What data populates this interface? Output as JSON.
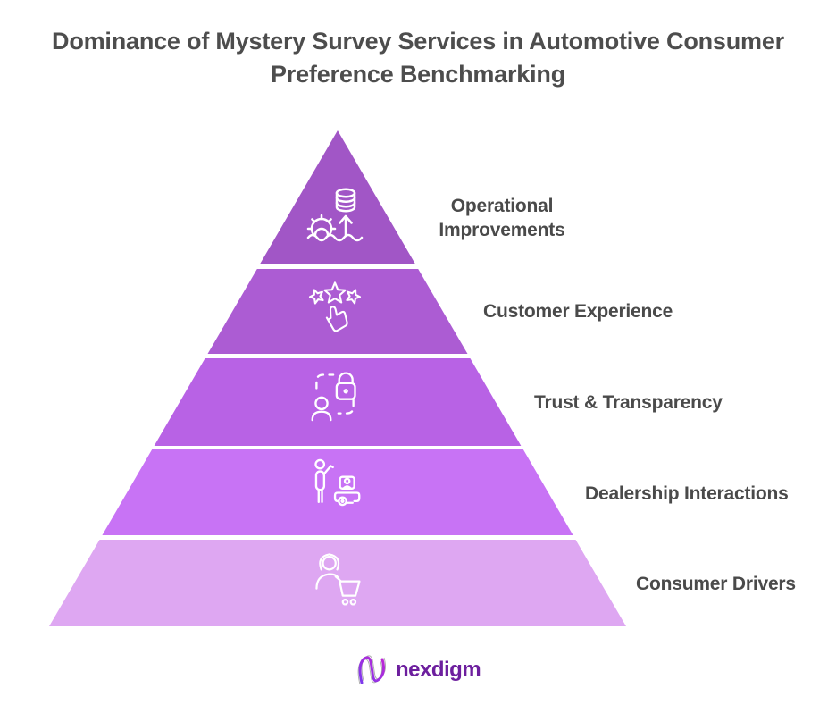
{
  "title": "Dominance of Mystery Survey Services in Automotive Consumer Preference Benchmarking",
  "pyramid": {
    "levels": [
      {
        "label": "Operational Improvements",
        "color": "#A156C6",
        "icon": "operational-improvements-icon"
      },
      {
        "label": "Customer Experience",
        "color": "#AC5CD3",
        "icon": "customer-experience-icon"
      },
      {
        "label": "Trust & Transparency",
        "color": "#B862E5",
        "icon": "trust-transparency-icon"
      },
      {
        "label": "Dealership Interactions",
        "color": "#C873F5",
        "icon": "dealership-interactions-icon"
      },
      {
        "label": "Consumer Drivers",
        "color": "#DEA7F2",
        "icon": "consumer-drivers-icon"
      }
    ]
  },
  "footer": {
    "brand": "nexdigm"
  },
  "colors": {
    "title_text": "#4D4D4D",
    "label_text": "#4A4A4A",
    "icon_stroke": "#FFFFFF",
    "brand_text": "#6D1F9E",
    "brand_gradient_start": "#7C3AED",
    "brand_gradient_end": "#C026D3"
  }
}
